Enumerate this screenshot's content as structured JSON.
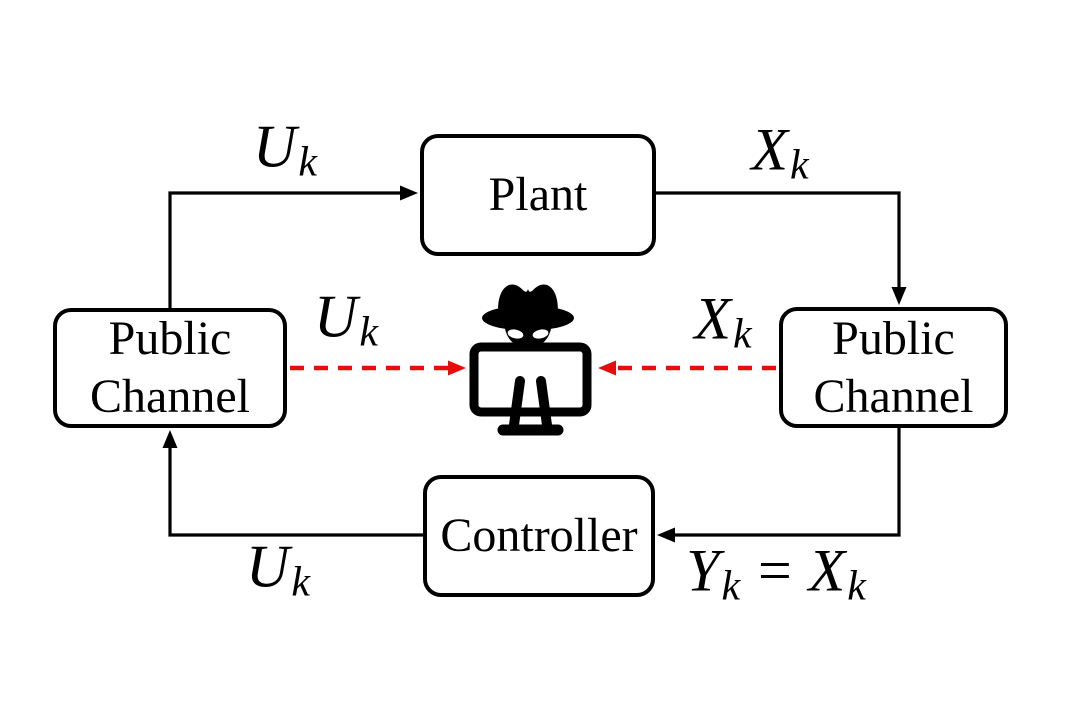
{
  "diagram": {
    "colors": {
      "wire": "#000000",
      "leak_red": "#e80d0d",
      "background": "#ffffff",
      "box_border": "#000000",
      "text": "#000000"
    },
    "boxes": {
      "plant": {
        "label": "Plant"
      },
      "left_channel": {
        "label": "Public Channel"
      },
      "right_channel": {
        "label": "Public Channel"
      },
      "controller": {
        "label": "Controller"
      }
    },
    "signals": {
      "u_top": {
        "var": "U",
        "sub": "k"
      },
      "x_top": {
        "var": "X",
        "sub": "k"
      },
      "u_leak": {
        "var": "U",
        "sub": "k"
      },
      "x_leak": {
        "var": "X",
        "sub": "k"
      },
      "u_bottom": {
        "var": "U",
        "sub": "k"
      },
      "y_feedback": {
        "var": "Y",
        "sub": "k",
        "equals": "=",
        "var2": "X",
        "sub2": "k"
      }
    },
    "icon": {
      "name": "eavesdropper-spy-at-monitor"
    }
  }
}
